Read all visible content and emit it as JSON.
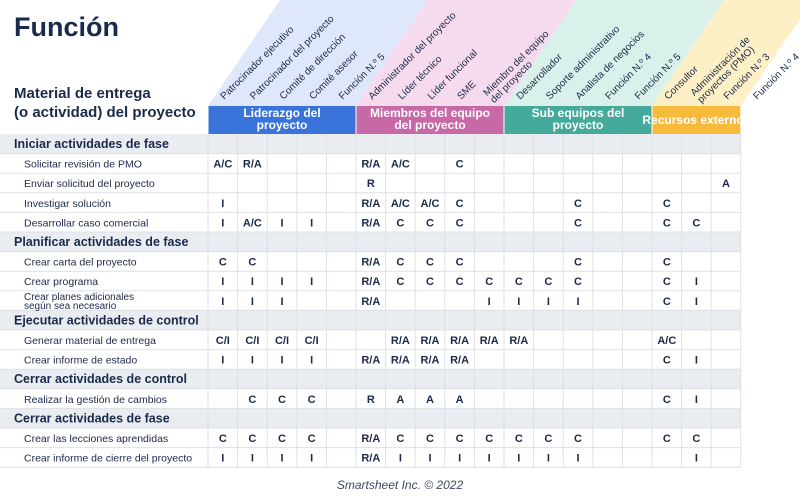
{
  "title": "Función",
  "row_header": {
    "line1": "Material de entrega",
    "line2": "(o actividad) del proyecto"
  },
  "colors": {
    "groups": [
      "#3a73d9",
      "#c768a7",
      "#45aa9b",
      "#f7bb3c"
    ],
    "fans": [
      "#dfe8fb",
      "#f5dbed",
      "#d9f1ea",
      "#fdf0c6"
    ],
    "phase_bg": "#e9ecf0",
    "text": "#1b2a4a"
  },
  "groups": [
    {
      "label_lines": [
        "Liderazgo del",
        "proyecto"
      ],
      "roles": [
        "Patrocinador ejecutivo",
        "Patrocinador del proyecto",
        "Comité de dirección",
        "Comité asesor",
        "Función N.º 5"
      ]
    },
    {
      "label_lines": [
        "Miembros del equipo",
        "del proyecto"
      ],
      "roles": [
        "Administrador del proyecto",
        "Líder técnico",
        "Líder funcional",
        "SME",
        "Miembro del equipo|del proyecto"
      ]
    },
    {
      "label_lines": [
        "Sub equipos del",
        "proyecto"
      ],
      "roles": [
        "Desarrollador",
        "Soporte administrativo",
        "Analista de negocios",
        "Función N.º 4",
        "Función N.º 5"
      ]
    },
    {
      "label_lines": [
        "Recursos externos"
      ],
      "roles": [
        "Consultor",
        "Administración de|proyectos (PMO)",
        "Función N.º 3",
        "Función N.º 4"
      ]
    }
  ],
  "phases": [
    {
      "name": "Iniciar actividades de fase",
      "rows": [
        {
          "label": "Solicitar revisión de PMO",
          "cells": [
            "A/C",
            "R/A",
            "",
            "",
            "",
            "R/A",
            "A/C",
            "",
            "C",
            "",
            "",
            "",
            "",
            "",
            "",
            "",
            "",
            ""
          ]
        },
        {
          "label": "Enviar solicitud del proyecto",
          "cells": [
            "",
            "",
            "",
            "",
            "",
            "R",
            "",
            "",
            "",
            "",
            "",
            "",
            "",
            "",
            "",
            "",
            "",
            "A"
          ]
        },
        {
          "label": "Investigar solución",
          "cells": [
            "I",
            "",
            "",
            "",
            "",
            "R/A",
            "A/C",
            "A/C",
            "C",
            "",
            "",
            "",
            "C",
            "",
            "",
            "C",
            "",
            ""
          ]
        },
        {
          "label": "Desarrollar caso comercial",
          "cells": [
            "I",
            "A/C",
            "I",
            "I",
            "",
            "R/A",
            "C",
            "C",
            "C",
            "",
            "",
            "",
            "C",
            "",
            "",
            "C",
            "C",
            ""
          ]
        }
      ]
    },
    {
      "name": "Planificar actividades de fase",
      "rows": [
        {
          "label": "Crear carta del proyecto",
          "cells": [
            "C",
            "C",
            "",
            "",
            "",
            "R/A",
            "C",
            "C",
            "C",
            "",
            "",
            "",
            "C",
            "",
            "",
            "C",
            "",
            ""
          ]
        },
        {
          "label": "Crear programa",
          "cells": [
            "I",
            "I",
            "I",
            "I",
            "",
            "R/A",
            "C",
            "C",
            "C",
            "C",
            "C",
            "C",
            "C",
            "",
            "",
            "C",
            "I",
            ""
          ]
        },
        {
          "label": "Crear planes adicionales|según sea necesario",
          "cells": [
            "I",
            "I",
            "I",
            "",
            "",
            "R/A",
            "",
            "",
            "",
            "I",
            "I",
            "I",
            "I",
            "",
            "",
            "C",
            "I",
            ""
          ]
        }
      ]
    },
    {
      "name": "Ejecutar actividades de control",
      "rows": [
        {
          "label": "Generar material de entrega",
          "cells": [
            "C/I",
            "C/I",
            "C/I",
            "C/I",
            "",
            "",
            "R/A",
            "R/A",
            "R/A",
            "R/A",
            "R/A",
            "",
            "",
            "",
            "",
            "A/C",
            "",
            ""
          ]
        },
        {
          "label": "Crear informe de estado",
          "cells": [
            "I",
            "I",
            "I",
            "I",
            "",
            "R/A",
            "R/A",
            "R/A",
            "R/A",
            "",
            "",
            "",
            "",
            "",
            "",
            "C",
            "I",
            ""
          ]
        }
      ]
    },
    {
      "name": "Cerrar actividades de control",
      "rows": [
        {
          "label": "Realizar la gestión de cambios",
          "cells": [
            "",
            "C",
            "C",
            "C",
            "",
            "R",
            "A",
            "A",
            "A",
            "",
            "",
            "",
            "",
            "",
            "",
            "C",
            "I",
            ""
          ]
        }
      ]
    },
    {
      "name": "Cerrar actividades de fase",
      "rows": [
        {
          "label": "Crear las lecciones aprendidas",
          "cells": [
            "C",
            "C",
            "C",
            "C",
            "",
            "R/A",
            "C",
            "C",
            "C",
            "C",
            "C",
            "C",
            "C",
            "",
            "",
            "C",
            "C",
            ""
          ]
        },
        {
          "label": "Crear informe de cierre del proyecto",
          "cells": [
            "I",
            "I",
            "I",
            "I",
            "",
            "R/A",
            "I",
            "I",
            "I",
            "I",
            "I",
            "I",
            "I",
            "",
            "",
            "",
            "I",
            ""
          ]
        }
      ]
    }
  ],
  "footer": "Smartsheet Inc. © 2022"
}
